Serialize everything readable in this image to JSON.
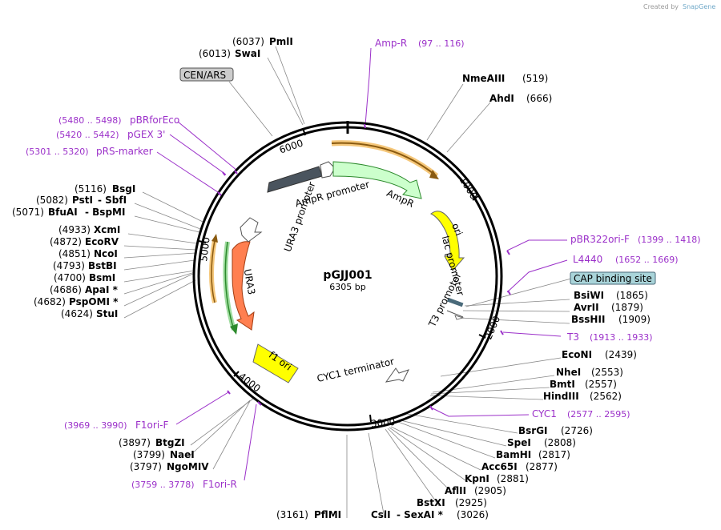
{
  "credit": {
    "prefix": "Created by",
    "brand": "SnapGene"
  },
  "plasmid": {
    "name": "pGJJ001",
    "size_label": "6305 bp",
    "length": 6305
  },
  "ticks": [
    "1000",
    "2000",
    "3000",
    "4000",
    "5000",
    "6000"
  ],
  "features": [
    {
      "label": "AmpR promoter",
      "color": "#ffffff"
    },
    {
      "label": "AmpR",
      "color": "#ccffcc"
    },
    {
      "label": "ori",
      "color": "#ffff00"
    },
    {
      "label": "lac promoter",
      "color": "#ffffff"
    },
    {
      "label": "T3 promoter",
      "color": "#ffffff"
    },
    {
      "label": "CYC1 terminator",
      "color": "#ffffff"
    },
    {
      "label": "f1 ori",
      "color": "#ffff00"
    },
    {
      "label": "URA3",
      "color": "#ff7f50"
    },
    {
      "label": "URA3 promoter",
      "color": "#ffffff"
    },
    {
      "label": "CEN/ARS",
      "color": "#4a545e"
    }
  ],
  "labels": [
    {
      "name": "PmlI",
      "pos": "(6037)"
    },
    {
      "name": "SwaI",
      "pos": "(6013)"
    },
    {
      "name": "CEN/ARS",
      "pos": ""
    },
    {
      "name": "Amp-R",
      "pos": "(97 .. 116)"
    },
    {
      "name": "NmeAIII",
      "pos": "(519)"
    },
    {
      "name": "AhdI",
      "pos": "(666)"
    },
    {
      "name": "pBRforEco",
      "pos": "(5480 .. 5498)"
    },
    {
      "name": "pGEX 3'",
      "pos": "(5420 .. 5442)"
    },
    {
      "name": "pRS-marker",
      "pos": "(5301 .. 5320)"
    },
    {
      "name": "BsgI",
      "pos": "(5116)"
    },
    {
      "name": "PstI",
      "pos": "(5082)",
      "extra": "- SbfI"
    },
    {
      "name": "BfuAI",
      "pos": "(5071)",
      "extra": "- BspMI"
    },
    {
      "name": "XcmI",
      "pos": "(4933)"
    },
    {
      "name": "EcoRV",
      "pos": "(4872)"
    },
    {
      "name": "NcoI",
      "pos": "(4851)"
    },
    {
      "name": "BstBI",
      "pos": "(4793)"
    },
    {
      "name": "BsmI",
      "pos": "(4700)"
    },
    {
      "name": "ApaI *",
      "pos": "(4686)"
    },
    {
      "name": "PspOMI *",
      "pos": "(4682)"
    },
    {
      "name": "StuI",
      "pos": "(4624)"
    },
    {
      "name": "pBR322ori-F",
      "pos": "(1399 .. 1418)"
    },
    {
      "name": "L4440",
      "pos": "(1652 .. 1669)"
    },
    {
      "name": "CAP binding site",
      "pos": ""
    },
    {
      "name": "BsiWI",
      "pos": "(1865)"
    },
    {
      "name": "AvrII",
      "pos": "(1879)"
    },
    {
      "name": "BssHII",
      "pos": "(1909)"
    },
    {
      "name": "T3",
      "pos": "(1913 .. 1933)"
    },
    {
      "name": "EcoNI",
      "pos": "(2439)"
    },
    {
      "name": "NheI",
      "pos": "(2553)"
    },
    {
      "name": "BmtI",
      "pos": "(2557)"
    },
    {
      "name": "HindIII",
      "pos": "(2562)"
    },
    {
      "name": "CYC1",
      "pos": "(2577 .. 2595)"
    },
    {
      "name": "BsrGI",
      "pos": "(2726)"
    },
    {
      "name": "SpeI",
      "pos": "(2808)"
    },
    {
      "name": "BamHI",
      "pos": "(2817)"
    },
    {
      "name": "Acc65I",
      "pos": "(2877)"
    },
    {
      "name": "KpnI",
      "pos": "(2881)"
    },
    {
      "name": "AflII",
      "pos": "(2905)"
    },
    {
      "name": "BstXI",
      "pos": "(2925)"
    },
    {
      "name": "CslI",
      "pos": "(3026)",
      "extra": "- SexAI *"
    },
    {
      "name": "PflMI",
      "pos": "(3161)"
    },
    {
      "name": "F1ori-F",
      "pos": "(3969 .. 3990)"
    },
    {
      "name": "BtgZI",
      "pos": "(3897)"
    },
    {
      "name": "NaeI",
      "pos": "(3799)"
    },
    {
      "name": "NgoMIV",
      "pos": "(3797)"
    },
    {
      "name": "F1ori-R",
      "pos": "(3759 .. 3778)"
    }
  ],
  "colors": {
    "backbone": "#000000",
    "primer": "#9b30c9",
    "enzyme_line": "#888888",
    "cap_fill": "#a9d4d9",
    "cen_fill": "#cccccc"
  }
}
